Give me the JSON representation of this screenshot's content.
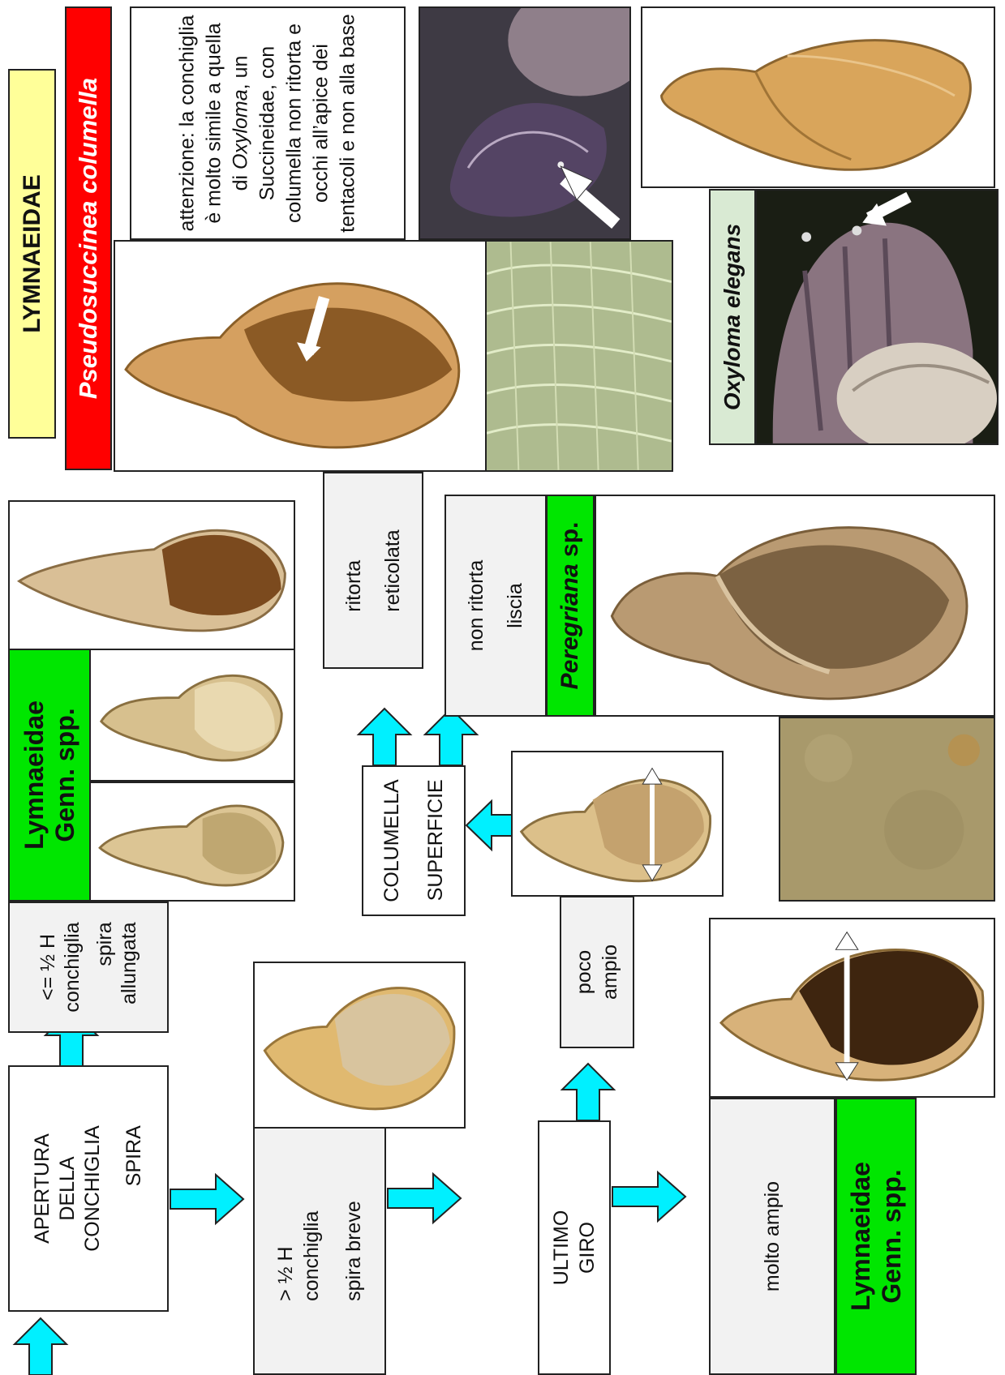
{
  "header": {
    "family_title": "LYMNAEIDAE",
    "species_title": "Pseudosuccinea columella",
    "note_parts": [
      "attenzione: la conchiglia è molto simile a quella di ",
      "Oxyloma",
      ", un Succineidae, con columella non ritorta e occhi all’apice dei tentacoli e non alla base"
    ],
    "oxyloma_title": "Oxyloma elegans"
  },
  "nodes": {
    "start": {
      "line1": "APERTURA",
      "line2": "DELLA",
      "line3": "CONCHIGLIA",
      "line4": "SPIRA"
    },
    "short_h": {
      "line1": "<= ½ H",
      "line2": "conchiglia",
      "line3": "spira",
      "line4": "allungata"
    },
    "tall_h": {
      "line1": "> ½ H",
      "line2": "conchiglia",
      "line3": "spira breve"
    },
    "ultimo": {
      "line1": "ULTIMO",
      "line2": "GIRO"
    },
    "poco": {
      "line1": "poco",
      "line2": "ampio"
    },
    "molto": {
      "line1": "molto ampio"
    },
    "columella": {
      "line1": "COLUMELLA",
      "line2": "SUPERFICIE"
    },
    "ritorta": {
      "line1": "ritorta",
      "line2": "reticolata"
    },
    "non_ritorta": {
      "line1": "non ritorta",
      "line2": "liscia"
    }
  },
  "results": {
    "lymnaeidae_top": {
      "line1": "Lymnaeidae",
      "line2": "Genn. spp."
    },
    "peregriana": {
      "genus": "Peregriana",
      "suffix": " sp."
    },
    "lymnaeidae_bottom": {
      "line1": "Lymnaeidae",
      "line2": "Genn. spp."
    }
  },
  "colors": {
    "arrow": "#00f0ff",
    "result_green": "#00e600",
    "species_red": "#ff0000",
    "family_yellow": "#ffff99",
    "oxyloma_green": "#d9ead3",
    "box_grey": "#f2f2f2"
  }
}
